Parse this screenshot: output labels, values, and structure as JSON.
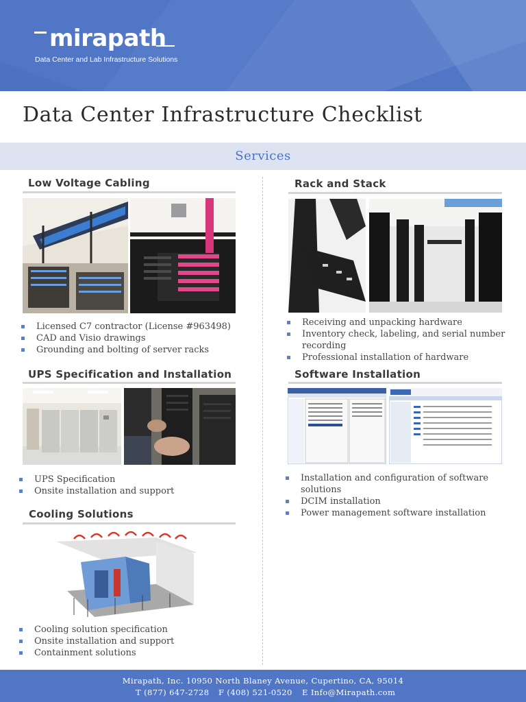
{
  "brand": {
    "logo_text": "mirapath",
    "tagline": "Data Center and Lab Infrastructure Solutions"
  },
  "title": "Data Center Infrastructure Checklist",
  "services_label": "Services",
  "sections": {
    "cabling": {
      "title": "Low Voltage Cabling",
      "items": [
        "Licensed C7 contractor (License #963498)",
        "CAD and Visio drawings",
        "Grounding and bolting of server racks"
      ]
    },
    "ups": {
      "title": "UPS Specification and Installation",
      "items": [
        "UPS Specification",
        "Onsite installation and support"
      ]
    },
    "cooling": {
      "title": "Cooling Solutions",
      "items": [
        "Cooling solution specification",
        "Onsite installation and support",
        "Containment solutions"
      ]
    },
    "rack": {
      "title": "Rack and Stack",
      "items": [
        "Receiving and unpacking hardware",
        "Inventory check, labeling, and serial number recording",
        "Professional installation of hardware"
      ]
    },
    "software": {
      "title": "Software Installation",
      "items": [
        "Installation and configuration of software solutions",
        "DCIM installation",
        "Power management software installation"
      ]
    }
  },
  "footer": {
    "address": "Mirapath, Inc. 10950 North Blaney Avenue, Cupertino, CA, 95014",
    "phone": "T (877) 647-2728",
    "fax": "F (408) 521-0520",
    "email": "E Info@Mirapath.com"
  },
  "colors": {
    "brand_blue": "#5276c6",
    "services_band": "#dde3f1",
    "services_text": "#4d71c1",
    "bullet": "#5b7fc8"
  }
}
